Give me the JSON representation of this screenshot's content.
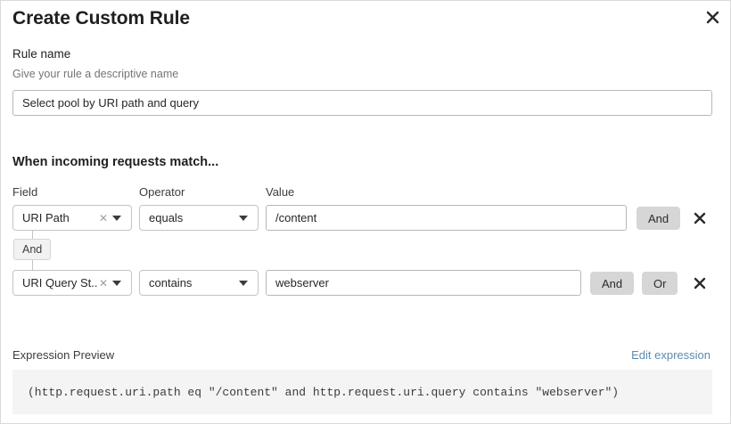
{
  "dialog": {
    "title": "Create Custom Rule",
    "close_icon": "close-icon"
  },
  "rule_name": {
    "label": "Rule name",
    "help": "Give your rule a descriptive name",
    "value": "Select pool by URI path and query",
    "placeholder": "Give your rule a descriptive name"
  },
  "conditions": {
    "heading": "When incoming requests match...",
    "columns": {
      "field": "Field",
      "operator": "Operator",
      "value": "Value"
    },
    "connector": {
      "label": "And"
    },
    "rows": [
      {
        "field": "URI Path",
        "operator": "equals",
        "value": "/content",
        "clear_icon": "clear-icon",
        "caret_icon": "chevron-down-icon",
        "logic_buttons": [
          "And"
        ],
        "remove_icon": "remove-icon"
      },
      {
        "field": "URI Query St...",
        "operator": "contains",
        "value": "webserver",
        "clear_icon": "clear-icon",
        "caret_icon": "chevron-down-icon",
        "logic_buttons": [
          "And",
          "Or"
        ],
        "remove_icon": "remove-icon"
      }
    ]
  },
  "expression": {
    "label": "Expression Preview",
    "edit_link": "Edit expression",
    "code": "(http.request.uri.path eq \"/content\" and http.request.uri.query contains \"webserver\")"
  },
  "colors": {
    "link": "#5b8cb0",
    "logic_button_bg": "#d6d6d6",
    "code_bg": "#f4f4f4",
    "text": "#1f1f1f",
    "muted_text": "#757575"
  }
}
